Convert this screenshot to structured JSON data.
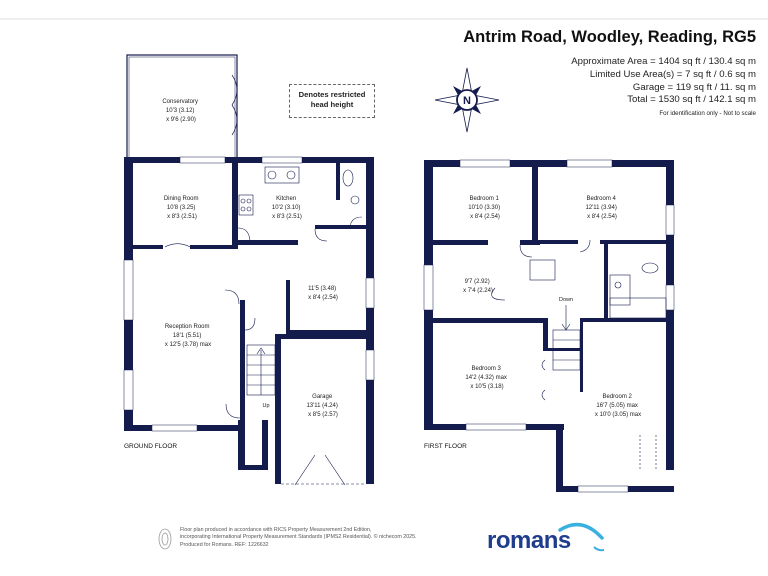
{
  "header": {
    "title": "Antrim Road, Woodley, Reading, RG5",
    "areas": [
      "Approximate Area = 1404 sq ft / 130.4 sq m",
      "Limited Use Area(s) = 7 sq ft / 0.6 sq m",
      "Garage = 119 sq ft / 11. sq m",
      "Total = 1530 sq ft / 142.1 sq m"
    ],
    "note": "For identification only - Not to scale"
  },
  "compass": {
    "letter": "N"
  },
  "legend": {
    "restricted": [
      "Denotes restricted",
      "head height"
    ]
  },
  "ground_floor": {
    "label": "GROUND FLOOR",
    "rooms": {
      "conservatory": [
        "Conservatory",
        "10'3 (3.12)",
        "x 9'6 (2.90)"
      ],
      "dining": [
        "Dining Room",
        "10'8 (3.25)",
        "x 8'3 (2.51)"
      ],
      "kitchen": [
        "Kitchen",
        "10'2 (3.10)",
        "x 8'3 (2.51)"
      ],
      "utility": [
        "11'5 (3.48)",
        "x 8'4 (2.54)"
      ],
      "reception": [
        "Reception Room",
        "18'1 (5.51)",
        "x 12'5 (3.78) max"
      ],
      "garage": [
        "Garage",
        "13'11 (4.24)",
        "x 8'5 (2.57)"
      ]
    },
    "stairs_label": "Up"
  },
  "first_floor": {
    "label": "FIRST FLOOR",
    "rooms": {
      "bedroom1": [
        "Bedroom 1",
        "10'10 (3.30)",
        "x 8'4 (2.54)"
      ],
      "bedroom4": [
        "Bedroom 4",
        "12'11 (3.94)",
        "x 8'4 (2.54)"
      ],
      "landing": [
        "9'7 (2.92)",
        "x 7'4 (2.24)"
      ],
      "bedroom3": [
        "Bedroom 3",
        "14'2 (4.32) max",
        "x 10'5 (3.18)"
      ],
      "bedroom2": [
        "Bedroom 2",
        "16'7 (5.05) max",
        "x 10'0 (3.05) max"
      ]
    },
    "stairs_label": "Down"
  },
  "footer": {
    "lines": [
      "Floor plan produced in accordance with RICS Property Measurement 2nd Edition,",
      "incorporating International Property Measurement Standards (IPMS2 Residential).  © nichecom 2025.",
      "Produced for Romans.   REF:  1226632"
    ],
    "brand": "romans"
  },
  "colors": {
    "wall": "#141b4d",
    "brand": "#1f3d8c",
    "accent": "#3ab0e0"
  }
}
